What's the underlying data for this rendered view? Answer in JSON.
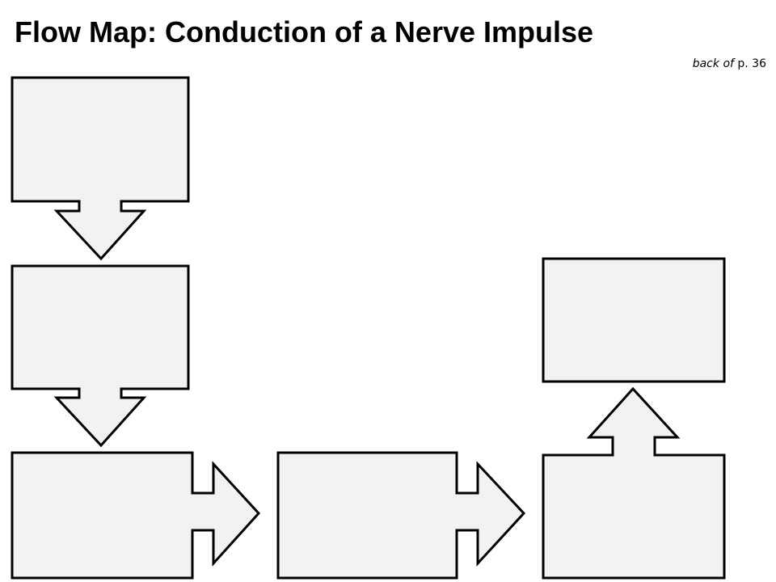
{
  "title": "Flow Map: Conduction of a Nerve Impulse",
  "page_reference": {
    "prefix": "back of",
    "page": "p. 36"
  },
  "colors": {
    "box_fill": "#f2f2f2",
    "box_stroke": "#000000"
  },
  "flow_map": {
    "steps": [
      {
        "id": "step-1",
        "text": "",
        "arrow_out": "down"
      },
      {
        "id": "step-2",
        "text": "",
        "arrow_out": "down"
      },
      {
        "id": "step-3",
        "text": "",
        "arrow_out": "right"
      },
      {
        "id": "step-4",
        "text": "",
        "arrow_out": "right"
      },
      {
        "id": "step-5",
        "text": "",
        "arrow_out": "up"
      },
      {
        "id": "step-6",
        "text": "",
        "arrow_out": "none"
      }
    ]
  }
}
